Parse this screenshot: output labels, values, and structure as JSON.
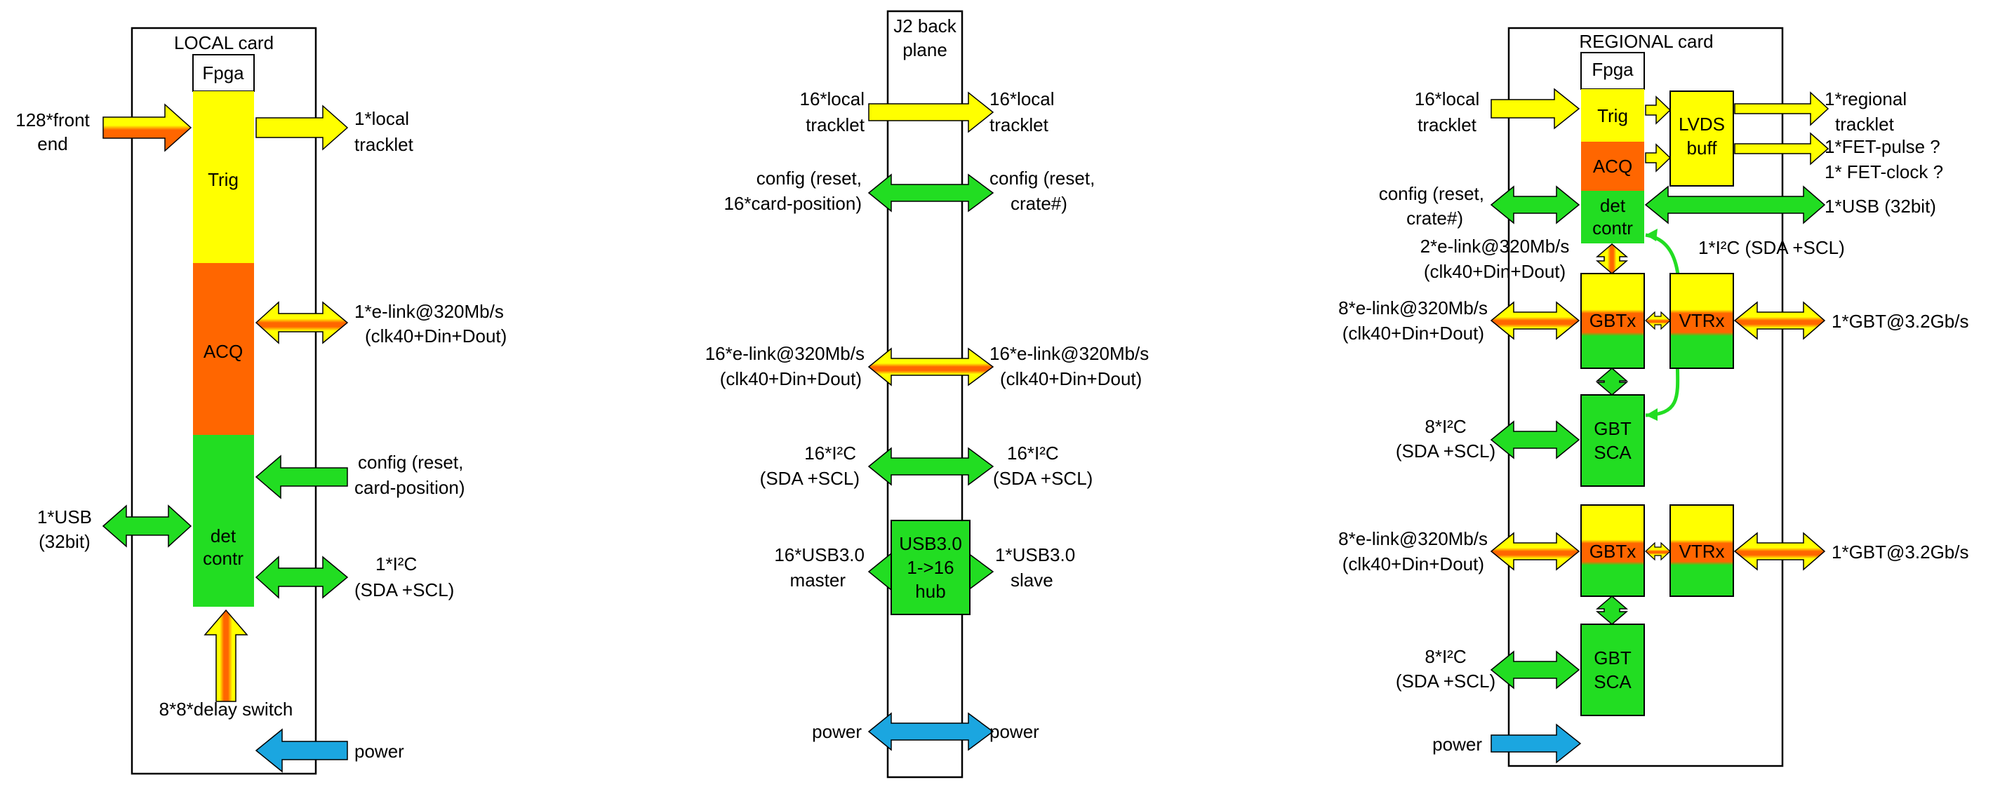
{
  "colors": {
    "yellow": "#ffff00",
    "orange": "#ff6600",
    "green": "#22dd22",
    "blue": "#1ba6e0",
    "outline": "#000000"
  },
  "local": {
    "title": "LOCAL card",
    "fpga": "Fpga",
    "trig": "Trig",
    "acq": "ACQ",
    "det1": "det",
    "det2": "contr",
    "front1": "128*front",
    "front2": "end",
    "tracklet1": "1*local",
    "tracklet2": "tracklet",
    "elink1": "1*e-link@320Mb/s",
    "elink2": "(clk40+Din+Dout)",
    "config1": "config (reset,",
    "config2": "card-position)",
    "usb1": "1*USB",
    "usb2": "(32bit)",
    "i2c1": "1*I²C",
    "i2c2": "(SDA +SCL)",
    "delay": "8*8*delay switch",
    "power": "power"
  },
  "backplane": {
    "title1": "J2 back",
    "title2": "plane",
    "trk_l1": "16*local",
    "trk_l2": "tracklet",
    "trk_r1": "16*local",
    "trk_r2": "tracklet",
    "cfg_l1": "config (reset,",
    "cfg_l2": "16*card-position)",
    "cfg_r1": "config (reset,",
    "cfg_r2": "crate#)",
    "el_l1": "16*e-link@320Mb/s",
    "el_l2": "(clk40+Din+Dout)",
    "el_r1": "16*e-link@320Mb/s",
    "el_r2": "(clk40+Din+Dout)",
    "i2c_l1": "16*I²C",
    "i2c_l2": "(SDA +SCL)",
    "i2c_r1": "16*I²C",
    "i2c_r2": "(SDA +SCL)",
    "usb_l1": "16*USB3.0",
    "usb_l2": "master",
    "usb_r1": "1*USB3.0",
    "usb_r2": "slave",
    "hub1": "USB3.0",
    "hub2": "1->16",
    "hub3": "hub",
    "power_l": "power",
    "power_r": "power"
  },
  "regional": {
    "title": "REGIONAL card",
    "fpga": "Fpga",
    "trig": "Trig",
    "acq": "ACQ",
    "det1": "det",
    "det2": "contr",
    "lvds1": "LVDS",
    "lvds2": "buff",
    "gbtx": "GBTx",
    "vtrx": "VTRx",
    "sca1": "GBT",
    "sca2": "SCA",
    "in_trk1": "16*local",
    "in_trk2": "tracklet",
    "out_trk1": "1*regional",
    "out_trk2": "tracklet",
    "fet1": "1*FET-pulse ?",
    "fet2": "1* FET-clock ?",
    "cfg1": "config (reset,",
    "cfg2": "crate#)",
    "usb": "1*USB (32bit)",
    "el2_1": "2*e-link@320Mb/s",
    "el2_2": "(clk40+Din+Dout)",
    "i2c_top": "1*I²C (SDA +SCL)",
    "el8a_1": "8*e-link@320Mb/s",
    "el8a_2": "(clk40+Din+Dout)",
    "gbt_a": "1*GBT@3.2Gb/s",
    "i2c8a_1": "8*I²C",
    "i2c8a_2": "(SDA +SCL)",
    "el8b_1": "8*e-link@320Mb/s",
    "el8b_2": "(clk40+Din+Dout)",
    "gbt_b": "1*GBT@3.2Gb/s",
    "i2c8b_1": "8*I²C",
    "i2c8b_2": "(SDA +SCL)",
    "power": "power"
  }
}
